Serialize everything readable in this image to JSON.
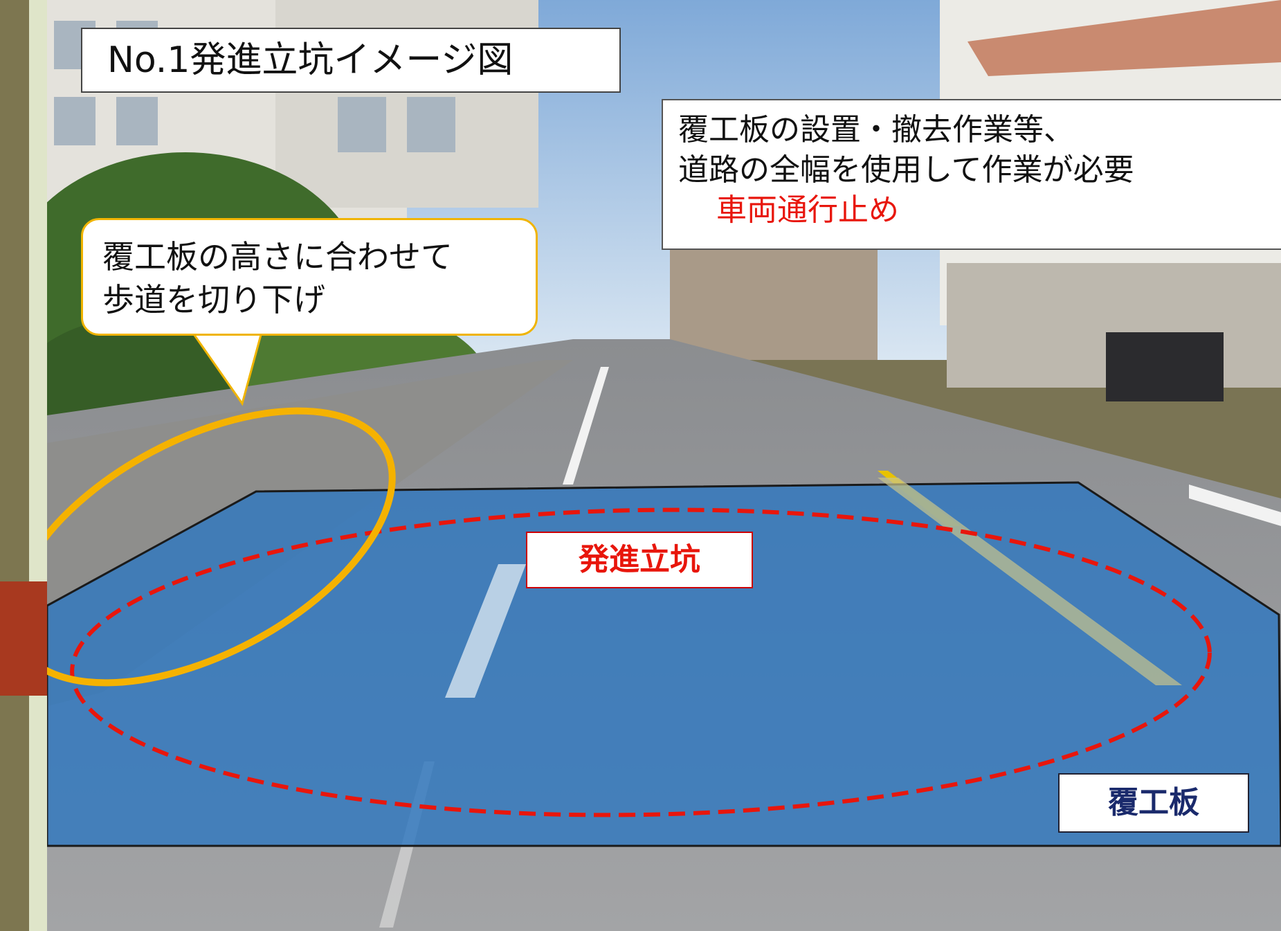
{
  "title": "No.1発進立坑イメージ図",
  "info": {
    "line1": "覆工板の設置・撤去作業等、",
    "line2": "道路の全幅を使用して作業が必要",
    "highlight": "車両通行止め"
  },
  "callout": {
    "line1": "覆工板の高さに合わせて",
    "line2": "歩道を切り下げ"
  },
  "labels": {
    "shaft": "発進立坑",
    "plate": "覆工板"
  },
  "colors": {
    "overlay_blue": "#2f77c0",
    "dashed_red": "#e8160c",
    "callout_orange": "#f5b200",
    "sky": "#a9c9ea"
  }
}
